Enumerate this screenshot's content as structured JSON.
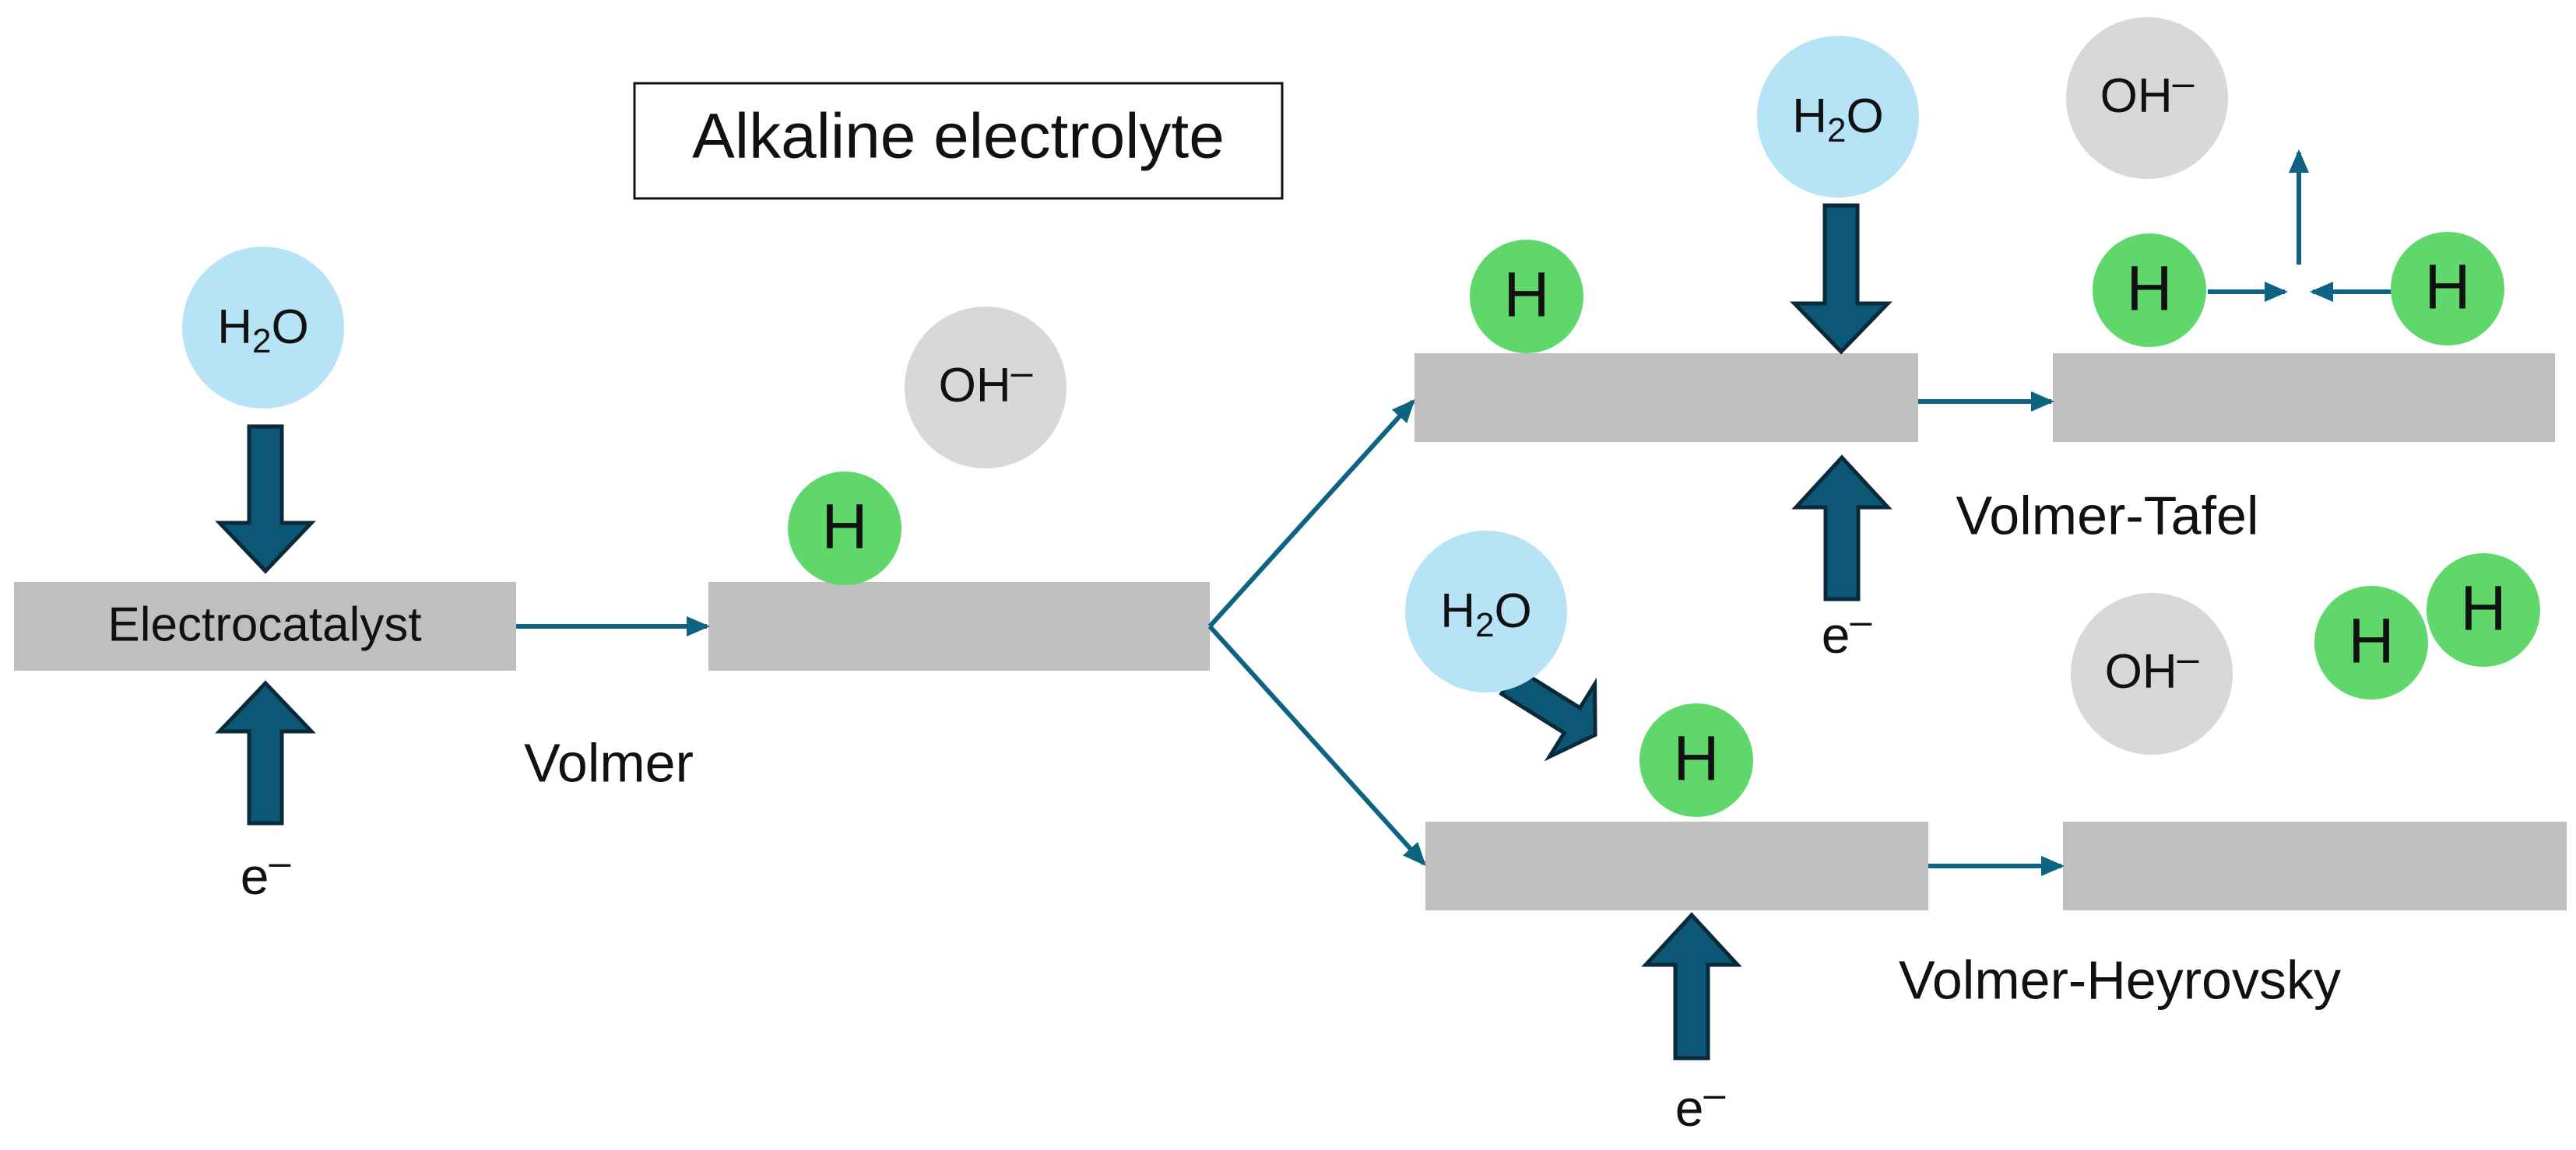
{
  "title": "Alkaline electrolyte",
  "catalyst_label": "Electrocatalyst",
  "steps": {
    "volmer": "Volmer",
    "volmer_tafel": "Volmer-Tafel",
    "volmer_heyrovsky": "Volmer-Heyrovsky"
  },
  "species": {
    "water_h": "H",
    "water_sub": "2",
    "water_o": "O",
    "hydroxide": "OH",
    "hydroxide_charge": "–",
    "hydrogen": "H",
    "electron": "e",
    "electron_charge": "–"
  },
  "colors": {
    "water": "#b6e3f6",
    "hydroxide": "#d8d8d8",
    "hydrogen": "#5fd76b",
    "surface": "#bfbfbf",
    "arrow_fill": "#0b5775",
    "arrow_outline": "#0a2a3a",
    "thin_arrow": "#0e6282"
  }
}
